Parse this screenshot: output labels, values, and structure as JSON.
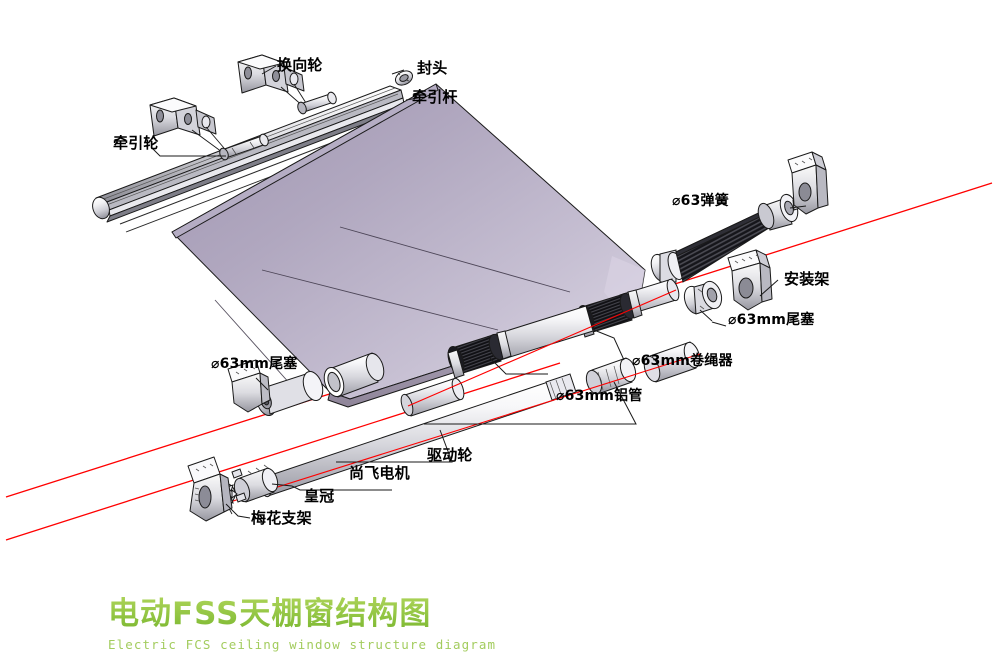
{
  "document": {
    "kind": "exploded-assembly-diagram",
    "title_cn": "电动FSS天棚窗结构图",
    "title_en": "Electric FCS ceiling window structure diagram",
    "background_color": "#ffffff",
    "title_color": "#8cc63f",
    "subtitle_color": "#a3cc5e",
    "centerline_color": "#ff0000",
    "fabric_color_light": "#c9c2d6",
    "fabric_color_dark": "#8b819c",
    "metal_color_light": "#ffffff",
    "metal_color_dark": "#6b6b73",
    "outline_color": "#1a1a1a"
  },
  "labels": {
    "reversing_wheel": "换向轮",
    "end_head": "封头",
    "traction_rod": "牵引杆",
    "traction_wheel": "牵引轮",
    "spring": "⌀63弹簧",
    "mounting_bracket": "安装架",
    "end_plug_right": "⌀63mm尾塞",
    "rope_winder": "⌀63mm卷绳器",
    "aluminum_tube": "⌀63mm铝管",
    "end_plug_left": "⌀63mm尾塞",
    "drive_wheel": "驱动轮",
    "motor": "尚飞电机",
    "crown": "皇冠",
    "plum_bracket": "梅花支架"
  },
  "parts_list": [
    {
      "id": "traction-wheel",
      "label": "牵引轮",
      "group": "top-rail"
    },
    {
      "id": "reversing-wheel",
      "label": "换向轮",
      "group": "top-rail"
    },
    {
      "id": "end-head",
      "label": "封头",
      "group": "top-rail"
    },
    {
      "id": "traction-rod",
      "label": "牵引杆",
      "group": "top-rail"
    },
    {
      "id": "spring",
      "label": "⌀63弹簧",
      "group": "right-shaft"
    },
    {
      "id": "mounting-bracket",
      "label": "安装架",
      "group": "right-shaft"
    },
    {
      "id": "end-plug-right",
      "label": "⌀63mm尾塞",
      "group": "right-shaft"
    },
    {
      "id": "rope-winder",
      "label": "⌀63mm卷绳器",
      "group": "roller-tube"
    },
    {
      "id": "aluminum-tube",
      "label": "⌀63mm铝管",
      "group": "roller-tube"
    },
    {
      "id": "end-plug-left",
      "label": "⌀63mm尾塞",
      "group": "left-shaft"
    },
    {
      "id": "drive-wheel",
      "label": "驱动轮",
      "group": "motor-assembly"
    },
    {
      "id": "motor",
      "label": "尚飞电机",
      "group": "motor-assembly"
    },
    {
      "id": "crown",
      "label": "皇冠",
      "group": "motor-assembly"
    },
    {
      "id": "plum-bracket",
      "label": "梅花支架",
      "group": "motor-assembly"
    }
  ]
}
